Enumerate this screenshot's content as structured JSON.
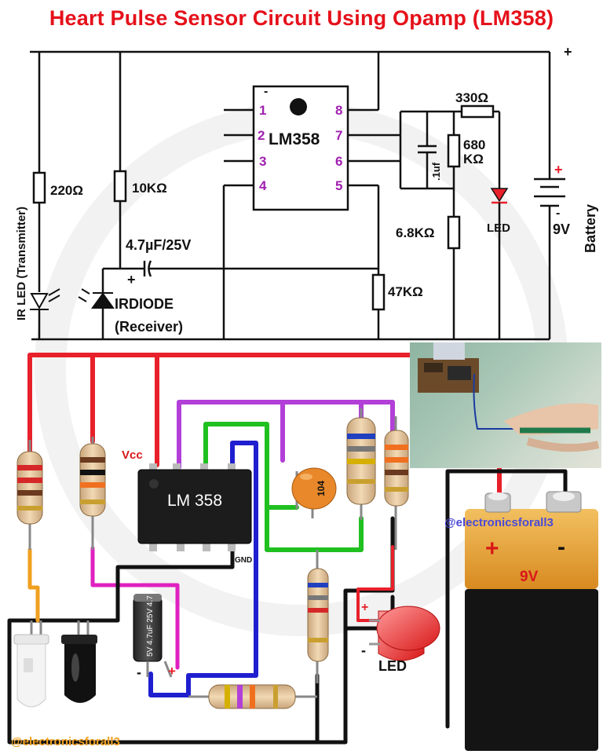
{
  "title": "Heart Pulse Sensor Circuit Using Opamp (LM358)",
  "schematic": {
    "ic_label": "LM358",
    "pins": [
      "1",
      "2",
      "3",
      "4",
      "5",
      "6",
      "7",
      "8"
    ],
    "pin1_mark": "-",
    "supply_plus": "+",
    "r1": "220Ω",
    "r2": "10KΩ",
    "cap1": "4.7µF/25V",
    "cap1_plus": "+",
    "ir_led": "IR LED (Transmitter)",
    "irdiode": "IRDIODE",
    "receiver": "(Receiver)",
    "r_47k": "47KΩ",
    "r_330": "330Ω",
    "r_680_a": "680",
    "r_680_b": "KΩ",
    "cap2": ".1uf",
    "r_68k": "6.8KΩ",
    "led": "LED",
    "battery_plus": "+",
    "battery_minus": "-",
    "battery_volt": "9V",
    "battery": "Battery"
  },
  "breadboard": {
    "vcc": "Vcc",
    "ic_label": "LM 358",
    "gnd": "GND",
    "cap_code": "104",
    "elec_cap_plus": "+",
    "elec_cap_minus": "-",
    "elec_cap_text": "5V 4.7uF 25V 4.7",
    "led_plus": "+",
    "led_minus": "-",
    "led": "LED",
    "battery_plus": "+",
    "battery_minus": "-",
    "battery_volt": "9V"
  },
  "watermark_top": "@electronicsforall3",
  "watermark_bottom": "@electronicsforall3",
  "colors": {
    "title": "#e5111b",
    "wire_red": "#e8202a",
    "wire_black": "#111111",
    "wire_purple": "#b23fd8",
    "wire_green": "#20c020",
    "wire_blue": "#1f1fd0",
    "wire_magenta": "#e020c0",
    "pin_number": "#a020b0",
    "battery_gold": "#e8a020",
    "handle": "#4a4ad8"
  }
}
